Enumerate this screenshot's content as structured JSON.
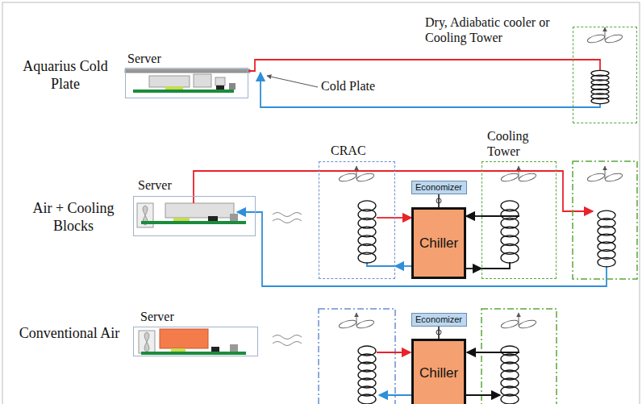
{
  "diagram": {
    "nodes": [
      {
        "text": [
          "Server"
        ]
      },
      {
        "text": [
          "Dry, Adiabatic cooler or Cooling Tower"
        ]
      },
      {
        "text": [
          "Server"
        ]
      },
      {
        "text": [
          "CRAC"
        ]
      },
      {
        "text": [
          "Economizer"
        ]
      },
      {
        "text": [
          "Chiller"
        ]
      },
      {
        "text": [
          "Cooling Tower"
        ]
      },
      {
        "text": [
          "Server"
        ]
      },
      {
        "text": [
          "Economizer"
        ]
      },
      {
        "text": [
          "Chiller"
        ]
      }
    ],
    "edges": [
      {
        "from": 0,
        "to": 1,
        "arrow": "none"
      },
      {
        "from": 1,
        "to": 0,
        "arrow": "to"
      },
      {
        "from": 3,
        "to": 5,
        "arrow": "to"
      },
      {
        "from": 5,
        "to": 3,
        "arrow": "to"
      },
      {
        "from": 6,
        "to": 5,
        "arrow": "to"
      },
      {
        "from": 5,
        "to": 6,
        "arrow": "to"
      },
      {
        "from": 4,
        "to": 5,
        "arrow": "none"
      },
      {
        "from": 8,
        "to": 9,
        "arrow": "none"
      }
    ],
    "labels": [
      "Aquarius Cold Plate",
      "Cold Plate",
      "Air + Cooling Blocks",
      "Conventional Air"
    ]
  }
}
